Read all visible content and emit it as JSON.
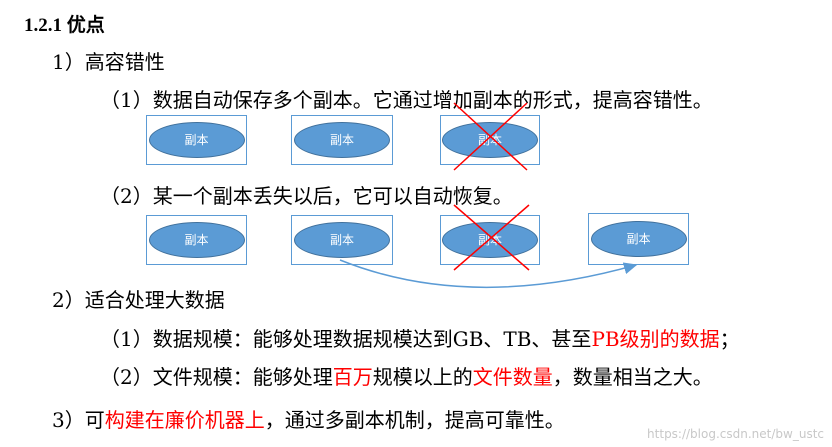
{
  "section": {
    "number": "1.2.1",
    "title": "优点"
  },
  "point1": {
    "label": "1）高容错性",
    "sub1": "（1）数据自动保存多个副本。它通过增加副本的形式，提高容错性。",
    "sub2": "（2）某一个副本丢失以后，它可以自动恢复。",
    "replica_label": "副本"
  },
  "point2": {
    "label": "2）适合处理大数据",
    "sub1_prefix": "（1）数据规模：能够处理数据规模达到GB、TB、甚至",
    "sub1_red": "PB级别的数据",
    "sub1_suffix": "；",
    "sub2_prefix": "（2）文件规模：能够处理",
    "sub2_red1": "百万",
    "sub2_mid": "规模以上的",
    "sub2_red2": "文件数量",
    "sub2_suffix": "，数量相当之大。"
  },
  "point3": {
    "prefix": "3）可",
    "red": "构建在廉价机器上",
    "suffix": "，通过多副本机制，提高可靠性。"
  },
  "watermark": "https://blog.csdn.net/bw_ustc",
  "colors": {
    "box_border": "#5b9bd5",
    "ellipse_fill": "#5b9bd5",
    "cross": "#ff0000",
    "arrow": "#5b9bd5",
    "highlight": "#ff0000"
  }
}
